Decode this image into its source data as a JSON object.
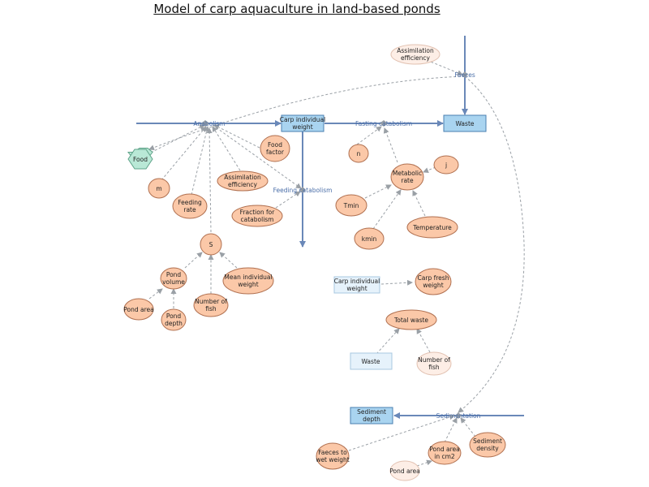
{
  "title": "Model of carp aquaculture in land-based ponds",
  "stocks": {
    "carp_weight": "Carp individual\nweight",
    "waste": "Waste",
    "sediment_depth": "Sediment\ndepth"
  },
  "flows": {
    "anabolism": "Anabolism",
    "fasting_catabolism": "Fasting catabolism",
    "feeding_catabolism": "Feeding catabolism",
    "faeces": "Faeces",
    "sedimentation": "Sedimentation"
  },
  "variables": {
    "assimilation_efficiency_top": "Assimilation\nefficiency",
    "food": "Food",
    "m": "m",
    "feeding_rate": "Feeding\nrate",
    "assimilation_efficiency": "Assimilation\nefficiency",
    "food_factor": "Food\nfactor",
    "fraction_for_catabolism": "Fraction for\ncatabolism",
    "n": "n",
    "j": "j",
    "metabolic_rate": "Metabolic\nrate",
    "tmin": "Tmin",
    "kmin": "kmin",
    "temperature": "Temperature",
    "s": "S",
    "pond_volume": "Pond\nvolume",
    "mean_individual_weight": "Mean individual\nweight",
    "pond_area": "Pond area",
    "pond_depth": "Pond\ndepth",
    "number_of_fish": "Number of\nfish",
    "carp_weight_ghost": "Carp individual\nweight",
    "carp_fresh_weight": "Carp fresh\nweight",
    "total_waste": "Total waste",
    "waste_ghost": "Waste",
    "number_of_fish_ghost": "Number of\nfish",
    "faeces_to_wet_weight": "Faeces to\nwet weight",
    "pond_area_cm2": "Pond area\nin cm2",
    "sediment_density": "Sediment\ndensity",
    "pond_area_ghost": "Pond area"
  },
  "colors": {
    "stock_fill": "#a9d4f0",
    "variable_fill": "#fbc8a8",
    "ghost_fill": "#fdeee6",
    "food_fill": "#b9e8d6",
    "flow_line": "#6a88b8"
  }
}
